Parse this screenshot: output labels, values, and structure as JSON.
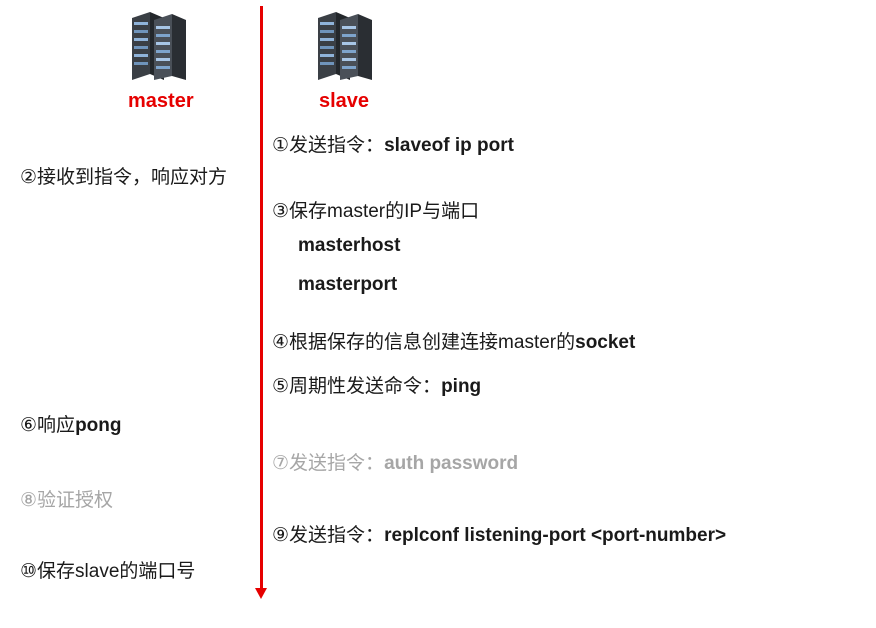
{
  "nodes": {
    "master": {
      "label": "master",
      "icon": "server-rack-icon"
    },
    "slave": {
      "label": "slave",
      "icon": "server-rack-icon"
    }
  },
  "colors": {
    "accent": "#e60000",
    "text": "#1a1a1a",
    "faded": "#a6a6a6"
  },
  "slave_steps": {
    "s1": {
      "num": "①",
      "text": "发送指令：",
      "bold": "slaveof  ip  port"
    },
    "s3": {
      "num": "③",
      "text": "保存master的IP与端口",
      "sub1": "masterhost",
      "sub2": "masterport"
    },
    "s4": {
      "num": "④",
      "text": "根据保存的信息创建连接master的",
      "bold": "socket"
    },
    "s5": {
      "num": "⑤",
      "text": "周期性发送命令：",
      "bold": "ping"
    },
    "s7": {
      "num": "⑦",
      "text": "发送指令：",
      "bold": "auth  password"
    },
    "s9": {
      "num": "⑨",
      "text": "发送指令：",
      "bold": "replconf listening-port <port-number>"
    }
  },
  "master_steps": {
    "m2": {
      "num": "②",
      "text": "接收到指令，响应对方"
    },
    "m6": {
      "num": "⑥",
      "text": "响应",
      "bold": "pong"
    },
    "m8": {
      "num": "⑧",
      "text": "验证授权"
    },
    "m10": {
      "num": "⑩",
      "text": "保存slave的端口号"
    }
  }
}
